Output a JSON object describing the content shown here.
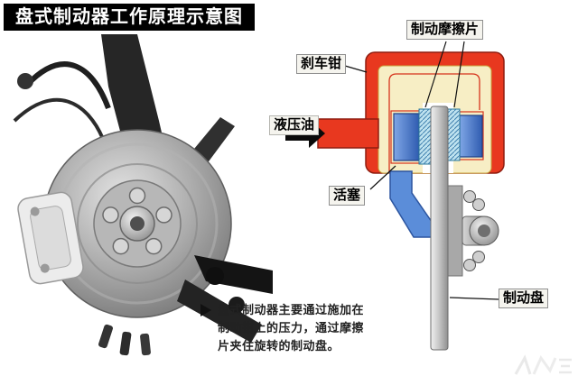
{
  "title": "盘式制动器工作原理示意图",
  "schematic": {
    "labels": {
      "friction_pads": "制动摩擦片",
      "caliper": "刹车钳",
      "hydraulic_oil": "液压油",
      "piston": "活塞",
      "brake_disc": "制动盘"
    }
  },
  "caption": {
    "lines": [
      "盘式制动器主要通过施加在",
      "制动钳上的压力，通过摩擦",
      "片夹住旋转的制动盘。"
    ]
  },
  "colors": {
    "caliper_red": "#e8381f",
    "caliper_cream": "#f7eec5",
    "piston_blue": "#3f6fc4",
    "pad_cyan": "#bfe3f0",
    "disc_gray": "#b9b9b9",
    "title_bg": "#000000",
    "title_text": "#ffffff"
  }
}
